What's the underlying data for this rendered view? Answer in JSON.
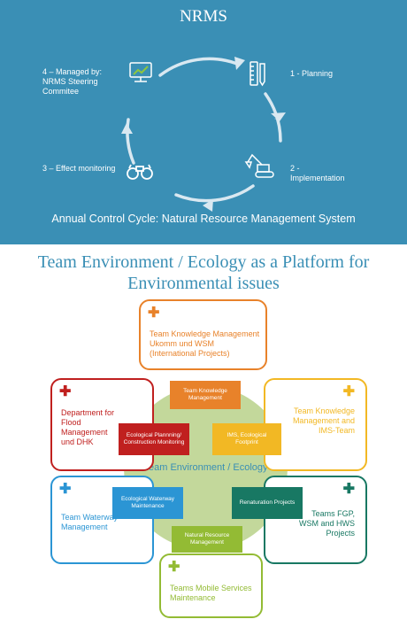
{
  "top": {
    "title": "NRMS",
    "steps": [
      {
        "id": "planning",
        "label": "1 - Planning",
        "icon": "ruler-pencil-icon"
      },
      {
        "id": "implementation",
        "label": "2 - Implementation",
        "icon": "excavator-icon"
      },
      {
        "id": "effect",
        "label": "3 – Effect monitoring",
        "icon": "binoculars-icon"
      },
      {
        "id": "managed",
        "label": "4 – Managed by: NRMS Steering Commitee",
        "icon": "monitor-chart-icon"
      }
    ],
    "caption": "Annual Control Cycle: Natural Resource Management System"
  },
  "subtitle_line1": "Team Environment / Ecology as a Platform for",
  "subtitle_line2": "Environmental issues",
  "hub": {
    "label": "Team Environment / Ecology"
  },
  "cards": [
    {
      "id": "top",
      "text": "Team Knowledge Management Ukomm und WSM (International Projects)",
      "color": "#e8822a"
    },
    {
      "id": "upper-left",
      "text": "Department for Flood Management und DHK",
      "color": "#c0201f"
    },
    {
      "id": "upper-right",
      "text": "Team Knowledge Management and IMS-Team",
      "color": "#f2b824"
    },
    {
      "id": "lower-left",
      "text": "Team Waterway Management",
      "color": "#2b95d4"
    },
    {
      "id": "lower-right",
      "text": "Teams FGP, WSM and HWS Projects",
      "color": "#187863"
    },
    {
      "id": "bottom",
      "text": "Teams Mobile Services Maintenance",
      "color": "#93bb34"
    }
  ],
  "tags": [
    {
      "id": "knowledge",
      "text": "Team Knowledge Management",
      "color": "#e8822a"
    },
    {
      "id": "ecological-planning",
      "text": "Ecological Plannning/ Construction Monitoring",
      "color": "#c0201f"
    },
    {
      "id": "ims",
      "text": "IMS, Ecological Footprint",
      "color": "#f2b824"
    },
    {
      "id": "waterway",
      "text": "Ecological Waterway Maintenance",
      "color": "#2b95d4"
    },
    {
      "id": "renaturation",
      "text": "Renaturation Projects",
      "color": "#187863"
    },
    {
      "id": "natural-resource",
      "text": "Natural Resource Management",
      "color": "#93bb34"
    }
  ],
  "plus_symbol": "✚"
}
